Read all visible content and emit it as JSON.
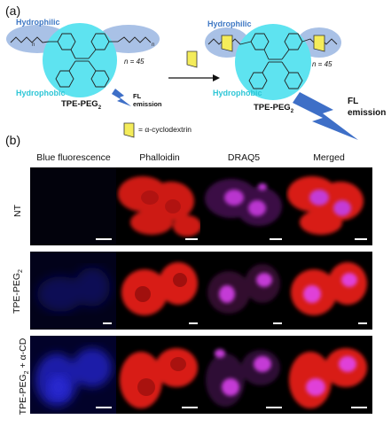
{
  "panel_a": {
    "label": "(a)",
    "hydrophilic": "Hydrophilic",
    "hydrophobic": "Hydrophobic",
    "n_value": "n = 45",
    "molecule_name": "TPE-PEG",
    "molecule_sub": "2",
    "fl_emission_line1": "FL",
    "fl_emission_line2": "emission",
    "legend_text": "= α-cyclodextrin",
    "colors": {
      "hydrophilic": "#3f78c4",
      "hydrophobic_circle": "#5ee3f0",
      "peg_ellipse": "#a9c1e6",
      "cyclodextrin": "#f4ec5a",
      "emission_bolt": "#3e6fc7"
    }
  },
  "panel_b": {
    "label": "(b)",
    "columns": [
      "Blue fluorescence",
      "Phalloidin",
      "DRAQ5",
      "Merged"
    ],
    "rows": [
      {
        "main": "NT",
        "sub": "",
        "suffix": ""
      },
      {
        "main": "TPE-PEG",
        "sub": "2",
        "suffix": ""
      },
      {
        "main": "TPE-PEG",
        "sub": "2",
        "suffix": " + α-CD"
      }
    ],
    "colors": {
      "blue_weak": "#0a0a3a",
      "blue_strong": "#1d1dc8",
      "phalloidin": "#e8201a",
      "draq5": "#c43ad6"
    }
  }
}
